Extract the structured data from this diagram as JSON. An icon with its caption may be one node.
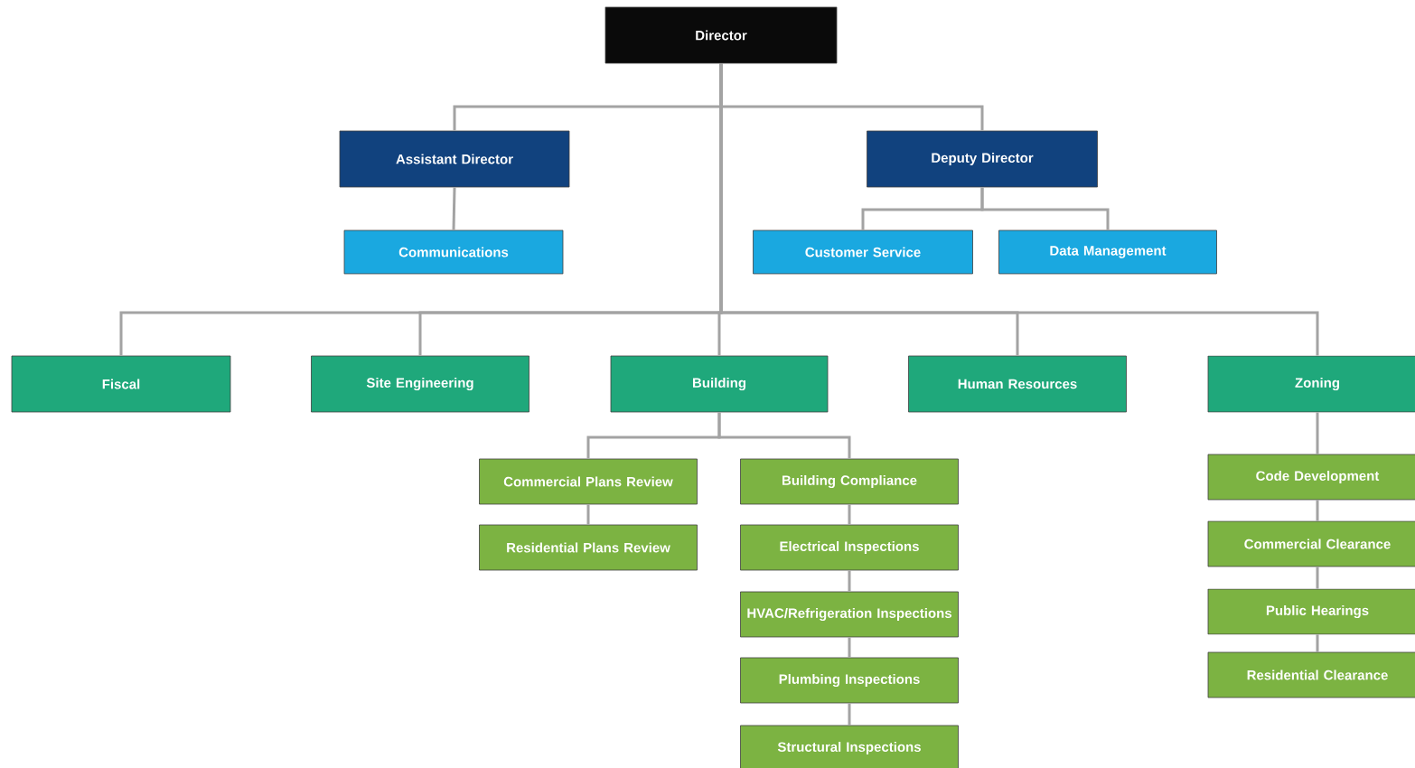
{
  "diagram": {
    "nodes": [
      {
        "text": [
          "Director"
        ]
      },
      {
        "text": [
          "Assistant Director"
        ]
      },
      {
        "text": [
          "Deputy Director"
        ]
      },
      {
        "text": [
          "Communications"
        ]
      },
      {
        "text": [
          "Customer Service"
        ]
      },
      {
        "text": [
          "Data Management"
        ]
      },
      {
        "text": [
          "Fiscal"
        ]
      },
      {
        "text": [
          "Site Engineering"
        ]
      },
      {
        "text": [
          "Building"
        ]
      },
      {
        "text": [
          "Human Resources"
        ]
      },
      {
        "text": [
          "Zoning"
        ]
      },
      {
        "text": [
          "Commercial Plans Review"
        ]
      },
      {
        "text": [
          "Residential Plans Review"
        ]
      },
      {
        "text": [
          "Building Compliance"
        ]
      },
      {
        "text": [
          "Electrical Inspections"
        ]
      },
      {
        "text": [
          "HVAC/Refrigeration Inspections"
        ]
      },
      {
        "text": [
          "Plumbing Inspections"
        ]
      },
      {
        "text": [
          "Structural Inspections"
        ]
      },
      {
        "text": [
          "Code Development"
        ]
      },
      {
        "text": [
          "Commercial Clearance"
        ]
      },
      {
        "text": [
          "Public Hearings"
        ]
      },
      {
        "text": [
          "Residential Clearance"
        ]
      }
    ],
    "edges": [
      {
        "from": 0,
        "to": 1,
        "arrow": "none"
      },
      {
        "from": 0,
        "to": 2,
        "arrow": "none"
      },
      {
        "from": 1,
        "to": 3,
        "arrow": "none"
      },
      {
        "from": 2,
        "to": 4,
        "arrow": "none"
      },
      {
        "from": 2,
        "to": 5,
        "arrow": "none"
      },
      {
        "from": 0,
        "to": 6,
        "arrow": "none"
      },
      {
        "from": 0,
        "to": 7,
        "arrow": "none"
      },
      {
        "from": 0,
        "to": 8,
        "arrow": "none"
      },
      {
        "from": 0,
        "to": 9,
        "arrow": "none"
      },
      {
        "from": 0,
        "to": 10,
        "arrow": "none"
      },
      {
        "from": 8,
        "to": 11,
        "arrow": "none"
      },
      {
        "from": 11,
        "to": 12,
        "arrow": "none"
      },
      {
        "from": 8,
        "to": 13,
        "arrow": "none"
      },
      {
        "from": 13,
        "to": 14,
        "arrow": "none"
      },
      {
        "from": 14,
        "to": 15,
        "arrow": "none"
      },
      {
        "from": 15,
        "to": 16,
        "arrow": "none"
      },
      {
        "from": 16,
        "to": 17,
        "arrow": "none"
      },
      {
        "from": 10,
        "to": 18,
        "arrow": "none"
      },
      {
        "from": 18,
        "to": 19,
        "arrow": "none"
      },
      {
        "from": 19,
        "to": 20,
        "arrow": "none"
      },
      {
        "from": 20,
        "to": 21,
        "arrow": "none"
      }
    ]
  }
}
